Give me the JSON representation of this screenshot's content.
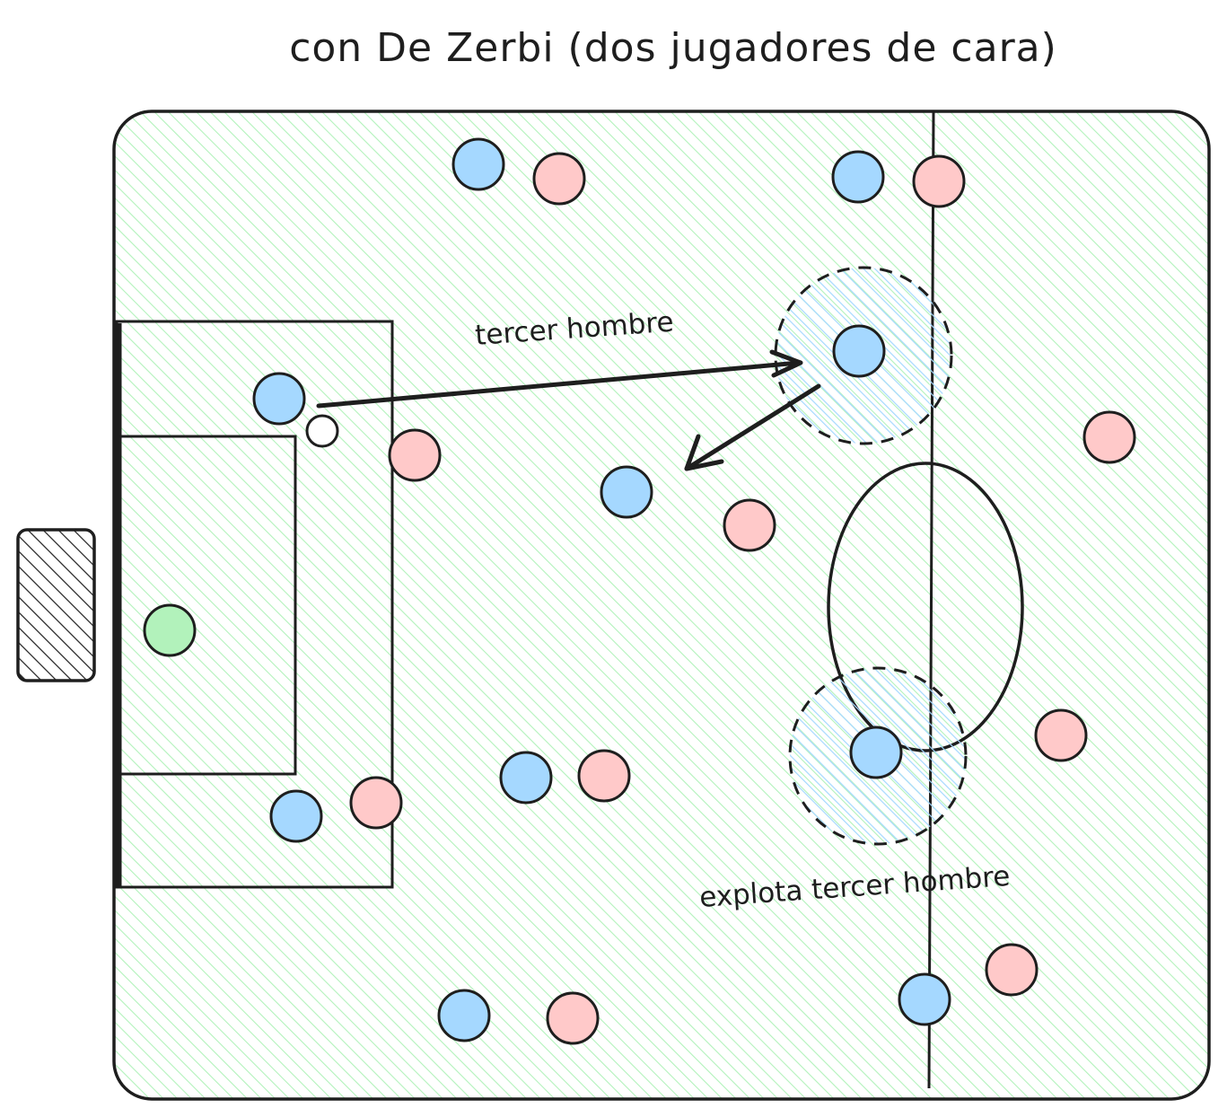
{
  "title": "con De Zerbi (dos jugadores de cara)",
  "annotations": {
    "third_man": "tercer hombre",
    "exploits_third_man": "explota tercer hombre"
  },
  "colors": {
    "pitch_hatch": "#b2f2bb",
    "team_blue": "#a5d8ff",
    "team_pink": "#ffc9c9",
    "goalkeeper": "#b2f2bb",
    "ball": "#ffffff",
    "highlight_hatch": "#a5d8ff",
    "stroke": "#1e1e1e"
  },
  "legend_free": true
}
